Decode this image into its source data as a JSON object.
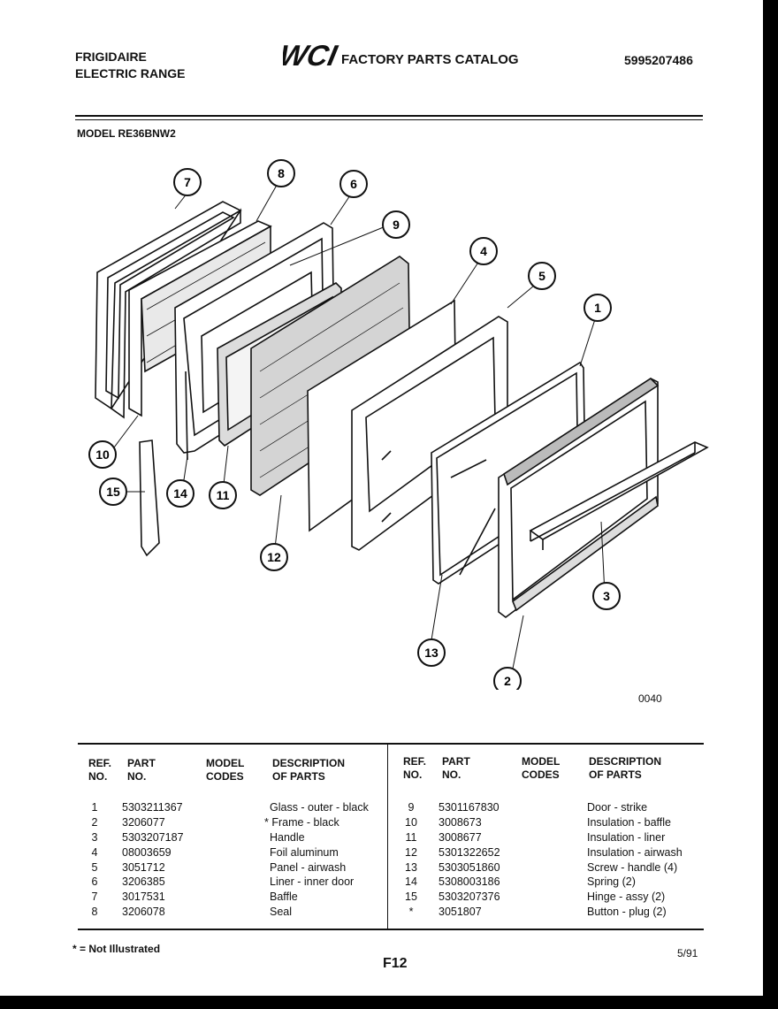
{
  "header": {
    "brand_line1": "FRIGIDAIRE",
    "brand_line2": "ELECTRIC RANGE",
    "logo_text": "WCI",
    "catalog_title": "FACTORY PARTS CATALOG",
    "catalog_number": "5995207486"
  },
  "model_label": "MODEL RE36BNW2",
  "diagram": {
    "code": "0040",
    "callouts": [
      "7",
      "8",
      "6",
      "9",
      "4",
      "5",
      "1",
      "10",
      "15",
      "14",
      "11",
      "12",
      "13",
      "3",
      "2"
    ]
  },
  "table": {
    "headers": {
      "ref_no": "REF.\nNO.",
      "part_no": "PART\nNO.",
      "model_codes": "MODEL\nCODES",
      "description": "DESCRIPTION\nOF PARTS"
    },
    "left_rows": [
      {
        "ref": "1",
        "part": "5303211367",
        "codes": "",
        "desc": "Glass - outer - black"
      },
      {
        "ref": "2",
        "part": "3206077",
        "codes": "",
        "desc": "* Frame - black"
      },
      {
        "ref": "3",
        "part": "5303207187",
        "codes": "",
        "desc": "Handle"
      },
      {
        "ref": "4",
        "part": "08003659",
        "codes": "",
        "desc": "Foil aluminum"
      },
      {
        "ref": "5",
        "part": "3051712",
        "codes": "",
        "desc": "Panel - airwash"
      },
      {
        "ref": "6",
        "part": "3206385",
        "codes": "",
        "desc": "Liner - inner door"
      },
      {
        "ref": "7",
        "part": "3017531",
        "codes": "",
        "desc": "Baffle"
      },
      {
        "ref": "8",
        "part": "3206078",
        "codes": "",
        "desc": "Seal"
      }
    ],
    "right_rows": [
      {
        "ref": "9",
        "part": "5301167830",
        "codes": "",
        "desc": "Door - strike"
      },
      {
        "ref": "10",
        "part": "3008673",
        "codes": "",
        "desc": "Insulation - baffle"
      },
      {
        "ref": "11",
        "part": "3008677",
        "codes": "",
        "desc": "Insulation - liner"
      },
      {
        "ref": "12",
        "part": "5301322652",
        "codes": "",
        "desc": "Insulation - airwash"
      },
      {
        "ref": "13",
        "part": "5303051860",
        "codes": "",
        "desc": "Screw - handle (4)"
      },
      {
        "ref": "14",
        "part": "5308003186",
        "codes": "",
        "desc": "Spring (2)"
      },
      {
        "ref": "15",
        "part": "5303207376",
        "codes": "",
        "desc": "Hinge - assy (2)"
      },
      {
        "ref": "*",
        "part": "3051807",
        "codes": "",
        "desc": "Button - plug (2)"
      }
    ]
  },
  "footer": {
    "note": "* = Not Illustrated",
    "page": "F12",
    "date": "5/91"
  }
}
